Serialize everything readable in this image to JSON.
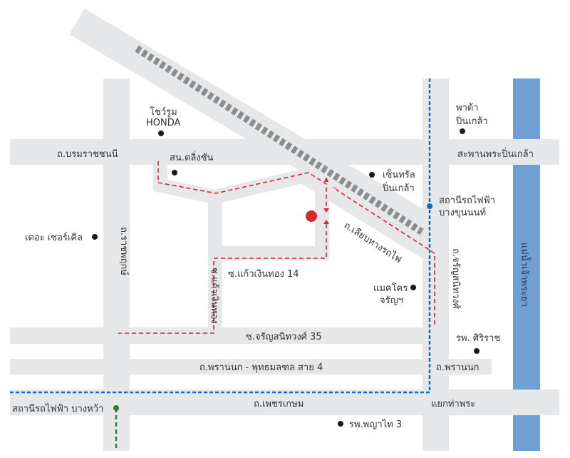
{
  "colors": {
    "road": "#e6e7e8",
    "rail": "#8c8c8c",
    "route": "#d7262e",
    "bts_blue": "#1469c1",
    "mrt_green": "#2e7d32",
    "river": "#6f9fd4",
    "destination": "#d7262e"
  },
  "roads": {
    "borommaratchachonnani": "ถ.บรมราชชนนี",
    "phra_pinklao_bridge": "สะพานพระปิ่นเกล้า",
    "ratchaphruek": "ถ.ราชพฤกษ์",
    "charansanitwong": "ถ.จรัญสนิทวงศ์",
    "soi_charan_35": "ซ.จรัญสนิทวงศ์ 35",
    "phrannok_phutthamonthon": "ถ.พรานนก - พุทธมลฑล สาย 4",
    "phrannok": "ถ.พรานนก",
    "phetkasem": "ถ.เพชรเกษม",
    "tha_phra_junction": "แยกท่าพระ",
    "liap_thang_rotfai": "ถ.เลียบทางรถไฟ",
    "soi_kaeo_ngoen_thong_14": "ซ.แก้วเงินทอง 14",
    "soi_kaeo_ngoen_thong": "ซ.แก้วเงินทอง",
    "river": "แม่น้ำเจ้าพระยา"
  },
  "landmarks": {
    "honda_line1": "โชว์รูม",
    "honda_line2": "HONDA",
    "taling_chan_police": "สน.ตลิ่งชัน",
    "the_circle": "เดอะ เซอร์เคิล",
    "central_line1": "เซ็นทรัล",
    "central_line2": "ปิ่นเกล้า",
    "pata_line1": "พาต้า",
    "pata_line2": "ปิ่นเกล้า",
    "bang_khun_non_line1": "สถานีรถไฟฟ้า",
    "bang_khun_non_line2": "บางขุนนนท์",
    "makro_line1": "แมคโคร",
    "makro_line2": "จรัญฯ",
    "siriraj": "รพ. ศิริราช",
    "phyathai3": "รพ.พญาไท 3",
    "bang_wa_station": "สถานีรถไฟฟ้า บางหว้า"
  }
}
